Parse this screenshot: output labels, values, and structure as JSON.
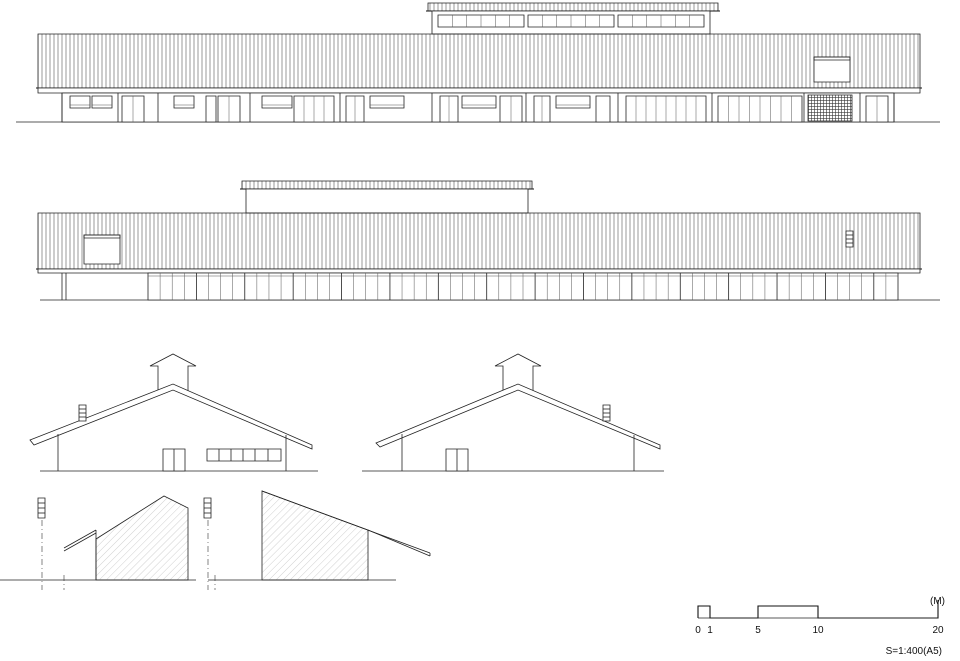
{
  "scale_bar": {
    "unit": "(M)",
    "ticks": [
      "0",
      "1",
      "5",
      "10",
      "20"
    ],
    "tick_values": [
      0,
      1,
      5,
      10,
      20
    ]
  },
  "scale_label": "S=1:400(A5)",
  "colors": {
    "line": "#222222",
    "hatch": "#b0b0b0",
    "background": "#ffffff"
  }
}
